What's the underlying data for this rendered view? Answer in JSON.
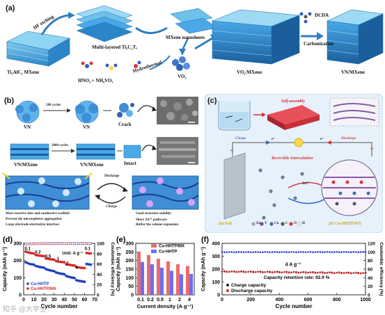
{
  "figure": {
    "panel_a": {
      "label": "(a)",
      "items": {
        "ti3alc2": "Ti₃AlC₂ MXene",
        "hf": "HF etching",
        "multilayer": "Multi-layered Ti₃C₂Tₓ",
        "nanosheets": "MXene nanosheets",
        "hno3": "HNO₃ + NH₄VO₃",
        "hydrothermal": "Hydrothermal",
        "vo2": "VO₂",
        "vo2mx": "VO₂/MXene",
        "dcda": "DCDA",
        "carb": "Carbonization",
        "vnmx": "VN/MXene"
      }
    },
    "panel_b": {
      "label": "(b)",
      "vn": "VN",
      "vn2": "VN",
      "crack": "Crack",
      "cycles500": "500 cycles",
      "vnmx": "VN/MXene",
      "vnmx2": "VN/MXene",
      "intact": "Intact",
      "cycles2000": "2000 cycles",
      "discharge": "Discharge",
      "charge": "Charge",
      "notes_left": [
        "More reactive sites and conductive scaffold",
        "Prevent the microspheres aggregation",
        "Large electrode-electrolyte interface"
      ],
      "notes_right": [
        "Good structure stability",
        "Short Zn²⁺ pathways",
        "Buffer the volume expansion"
      ]
    },
    "panel_c": {
      "label": "(c)",
      "self_assembly": "Self-assembly",
      "charge": "Charge",
      "discharge": "Discharge",
      "reversible": "Reversible Intercalation",
      "zn_ion": "Zn²⁺",
      "zn_foil": "Zn Foil",
      "cathode": "2D Cu-HHTP/MX",
      "e_left": "e⁻",
      "e_right": "e⁻",
      "minus": "−",
      "plus": "+",
      "legend": [
        "Zn",
        "V",
        "Cu",
        "C",
        "O",
        "H"
      ],
      "legend_colors": [
        "#9aa6b2",
        "#7a4a9a",
        "#3a6fb0",
        "#555555",
        "#d23a3a",
        "#e8e8e8"
      ]
    }
  },
  "chart_data": [
    {
      "id": "d",
      "label": "(d)",
      "type": "scatter",
      "xlabel": "Cycle number",
      "ylabel": "Capacity (mAh g⁻¹)",
      "y2label": "Coulombic efficiency (%)",
      "xlim": [
        0,
        70
      ],
      "xticks": [
        0,
        10,
        20,
        30,
        40,
        50,
        60,
        70
      ],
      "ylim": [
        0,
        300
      ],
      "yticks": [
        0,
        100,
        200,
        300
      ],
      "y2lim": [
        0,
        100
      ],
      "y2ticks": [
        0,
        20,
        40,
        60,
        80,
        100
      ],
      "unit_label": "Unit: A g⁻¹",
      "rate_labels": [
        {
          "text": "0.1",
          "x": 4,
          "y": 250
        },
        {
          "text": "0.2",
          "x": 14,
          "y": 230
        },
        {
          "text": "0.5",
          "x": 24,
          "y": 205
        },
        {
          "text": "1",
          "x": 34,
          "y": 190
        },
        {
          "text": "2",
          "x": 43,
          "y": 165
        },
        {
          "text": "4",
          "x": 52,
          "y": 140
        },
        {
          "text": "0.1",
          "x": 63,
          "y": 250
        }
      ],
      "series": [
        {
          "name": "Cu-HHTP",
          "color": "#1f3fbf",
          "axis": "y",
          "x": [
            2,
            4,
            6,
            8,
            10,
            12,
            14,
            16,
            18,
            20,
            22,
            24,
            26,
            28,
            30,
            32,
            34,
            36,
            38,
            40,
            42,
            44,
            46,
            48,
            50,
            52,
            54,
            56,
            58,
            60,
            62,
            64,
            66
          ],
          "y": [
            190,
            185,
            180,
            178,
            176,
            168,
            165,
            162,
            160,
            158,
            150,
            146,
            143,
            140,
            138,
            130,
            127,
            124,
            122,
            120,
            110,
            106,
            103,
            100,
            98,
            85,
            82,
            80,
            78,
            76,
            180,
            178,
            176
          ]
        },
        {
          "name": "Cu-HHTP/MX",
          "color": "#d42a2a",
          "axis": "y",
          "x": [
            2,
            4,
            6,
            8,
            10,
            12,
            14,
            16,
            18,
            20,
            22,
            24,
            26,
            28,
            30,
            32,
            34,
            36,
            38,
            40,
            42,
            44,
            46,
            48,
            50,
            52,
            54,
            56,
            58,
            60,
            62,
            64,
            66
          ],
          "y": [
            252,
            248,
            245,
            243,
            241,
            232,
            230,
            228,
            227,
            226,
            212,
            210,
            208,
            206,
            205,
            196,
            194,
            192,
            191,
            190,
            178,
            176,
            174,
            172,
            171,
            162,
            160,
            158,
            157,
            156,
            244,
            242,
            241
          ]
        },
        {
          "name": "CE Cu-HHTP",
          "color": "#1f3fbf",
          "axis": "y2",
          "x": [
            2,
            6,
            10,
            14,
            18,
            22,
            26,
            30,
            34,
            38,
            42,
            46,
            50,
            54,
            58,
            62,
            66
          ],
          "y": [
            99,
            99.5,
            99.6,
            99.7,
            99.6,
            99.7,
            99.8,
            99.7,
            99.8,
            99.8,
            99.7,
            99.8,
            99.8,
            99.7,
            99.8,
            99.6,
            99.7
          ]
        },
        {
          "name": "CE Cu-HHTP/MX",
          "color": "#d42a2a",
          "axis": "y2",
          "x": [
            4,
            8,
            12,
            16,
            20,
            24,
            28,
            32,
            36,
            40,
            44,
            48,
            52,
            56,
            60,
            64
          ],
          "y": [
            98.5,
            99.2,
            99.3,
            99.4,
            99.5,
            99.5,
            99.6,
            99.6,
            99.5,
            99.6,
            99.6,
            99.7,
            99.7,
            99.6,
            99.6,
            99.5
          ]
        }
      ]
    },
    {
      "id": "e",
      "label": "(e)",
      "type": "bar",
      "xlabel": "Current density (A g⁻¹)",
      "ylabel": "Capacity (mAh g⁻¹)",
      "categories": [
        "0.1",
        "0.2",
        "0.5",
        "1",
        "2",
        "4"
      ],
      "ylim": [
        0,
        300
      ],
      "yticks": [
        0,
        50,
        100,
        150,
        200,
        250,
        300
      ],
      "series": [
        {
          "name": "Cu-HHTP/MX",
          "color": "#ee6b6b",
          "values": [
            252,
            232,
            210,
            195,
            178,
            168
          ]
        },
        {
          "name": "Cu-HHTP",
          "color": "#6b6ff0",
          "values": [
            192,
            178,
            158,
            140,
            120,
            122
          ]
        }
      ]
    },
    {
      "id": "f",
      "label": "(f)",
      "type": "scatter",
      "xlabel": "Cycle number",
      "ylabel": "Capacity (mAh g⁻¹)",
      "y2label": "Coulombic efficiency (%)",
      "xlim": [
        0,
        1000
      ],
      "xticks": [
        0,
        200,
        400,
        600,
        800,
        1000
      ],
      "ylim": [
        0,
        400
      ],
      "yticks": [
        0,
        100,
        200,
        300,
        400
      ],
      "y2lim": [
        0,
        120
      ],
      "y2ticks": [
        0,
        20,
        40,
        60,
        80,
        100,
        120
      ],
      "current_label": "4 A g⁻¹",
      "retention_label": "Capacity retention rate: 92.9 %",
      "series": [
        {
          "name": "Charge capacity",
          "color": "#222222",
          "axis": "y",
          "start": 182,
          "end": 170
        },
        {
          "name": "Discharge capacity",
          "color": "#d42a2a",
          "axis": "y",
          "start": 180,
          "end": 168
        },
        {
          "name": "Coulombic efficiency",
          "color": "#2a3fd4",
          "axis": "y2",
          "start": 99.6,
          "end": 99.8
        }
      ]
    }
  ],
  "watermark": "知乎 @大学生"
}
